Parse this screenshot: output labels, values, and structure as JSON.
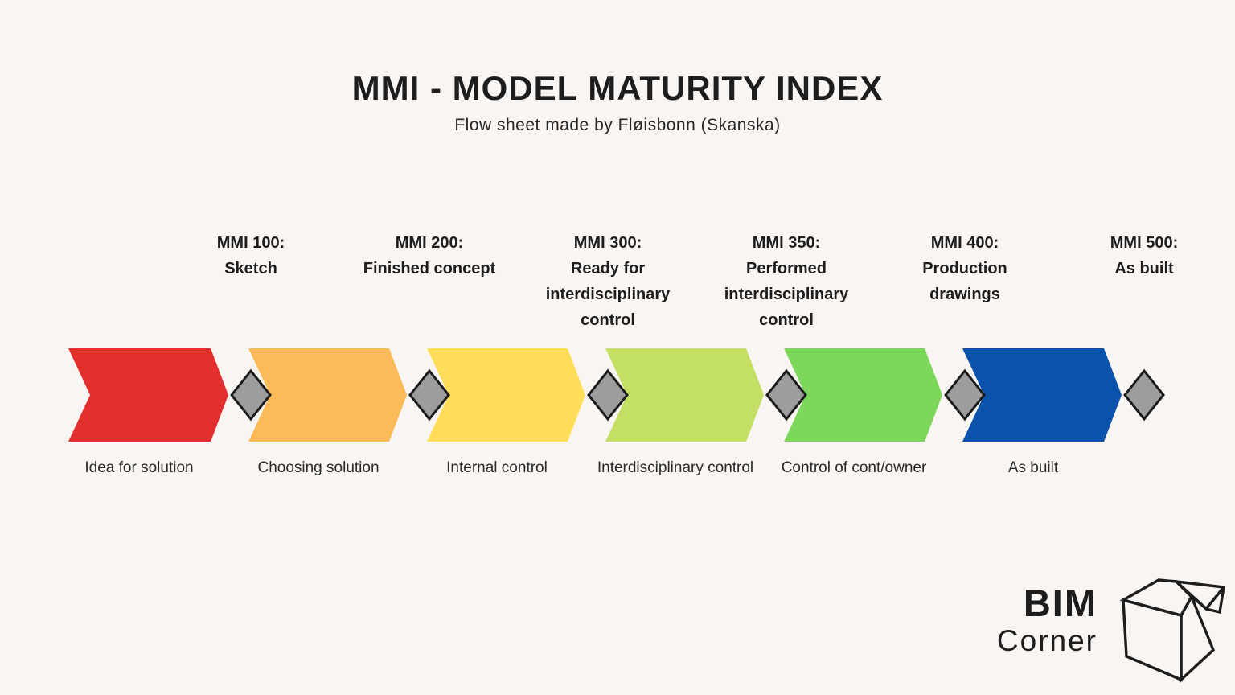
{
  "title": "MMI - MODEL MATURITY INDEX",
  "subtitle": "Flow sheet made by Fløisbonn (Skanska)",
  "colors": {
    "background": "#f9f5f2",
    "text": "#1d1d1d",
    "diamond_fill": "#9d9d9d",
    "diamond_border": "#1b1b1b"
  },
  "stages": [
    {
      "top_label": "MMI 100:\nSketch",
      "bottom_label": "Idea for solution",
      "color": "#e32e2e"
    },
    {
      "top_label": "MMI 200:\nFinished concept",
      "bottom_label": "Choosing solution",
      "color": "#fcba58"
    },
    {
      "top_label": "MMI 300:\nReady for\ninterdisciplinary\ncontrol",
      "bottom_label": "Internal control",
      "color": "#ffdd58"
    },
    {
      "top_label": "MMI 350:\nPerformed\ninterdisciplinary\ncontrol",
      "bottom_label": "Interdisciplinary control",
      "color": "#c3e064"
    },
    {
      "top_label": "MMI 400:\nProduction\ndrawings",
      "bottom_label": "Control of cont/owner",
      "color": "#7cd75a"
    },
    {
      "top_label": "MMI 500:\nAs built",
      "bottom_label": "As built",
      "color": "#0a52ab"
    }
  ],
  "logo": {
    "line1": "BIM",
    "line2": "Corner"
  }
}
